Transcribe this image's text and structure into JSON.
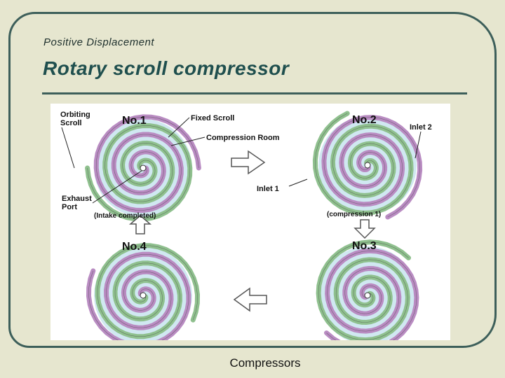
{
  "slide": {
    "subtitle": "Positive Displacement",
    "title": "Rotary scroll compressor",
    "footer": "Compressors"
  },
  "diagram": {
    "stages": {
      "no1": "No.1",
      "no2": "No.2",
      "no3": "No.3",
      "no4": "No.4"
    },
    "labels": {
      "orbiting_scroll_1": "Orbiting",
      "orbiting_scroll_2": "Scroll",
      "fixed_scroll": "Fixed Scroll",
      "compression_room": "Compression Room",
      "inlet_2": "Inlet 2",
      "inlet_1": "Inlet 1",
      "exhaust_port_1": "Exhaust",
      "exhaust_port_2": "Port",
      "intake_completed": "(Intake completed)",
      "compression_1": "(compression 1)"
    },
    "colors": {
      "fixed_scroll": "#b98cc2",
      "orbiting_scroll": "#8fc08e",
      "chamber": "#a9d6e6",
      "outline": "#333333"
    }
  }
}
